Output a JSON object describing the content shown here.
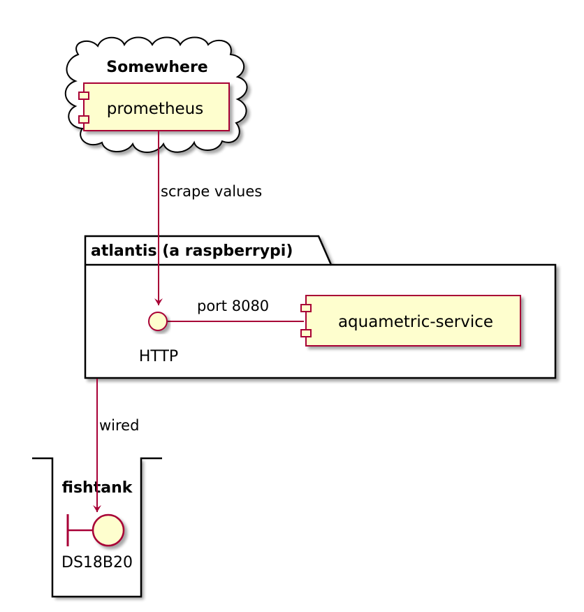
{
  "diagram": {
    "cloud": {
      "title": "Somewhere"
    },
    "prometheus": {
      "label": "prometheus"
    },
    "edge_scrape": {
      "label": "scrape values"
    },
    "package": {
      "title": "atlantis (a raspberrypi)"
    },
    "http": {
      "label": "HTTP"
    },
    "edge_port": {
      "label": "port 8080"
    },
    "service": {
      "label": "aquametric-service"
    },
    "edge_wired": {
      "label": "wired"
    },
    "fishtank": {
      "title": "fishtank"
    },
    "sensor": {
      "label": "DS18B20"
    }
  },
  "colors": {
    "component_fill": "#FEFECE",
    "component_border": "#A80036",
    "arrow": "#A80036",
    "shadow": "#CCCCCC",
    "frame": "#000000"
  }
}
